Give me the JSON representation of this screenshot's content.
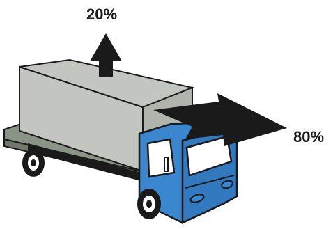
{
  "diagram": {
    "arrows": [
      {
        "direction": "up",
        "label": "20%"
      },
      {
        "direction": "right",
        "label": "80%"
      }
    ],
    "colors": {
      "cargo_box": "#c3c6c0",
      "cab": "#3a86cf",
      "chassis": "#8a9486",
      "arrow": "#1a1a1a",
      "tire": "#1a1a1a",
      "window": "#ffffff"
    },
    "icon": "truck-icon"
  }
}
